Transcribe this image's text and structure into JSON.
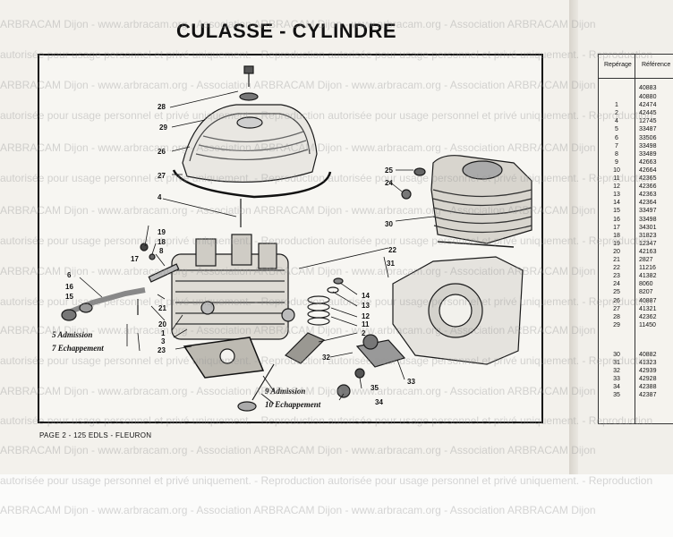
{
  "title": "CULASSE - CYLINDRE",
  "footer": "PAGE 2 - 125 EDLS - FLEURON",
  "captions": {
    "admission_left": "5 Admission",
    "echappement_left": "7 Echappement",
    "admission_bottom": "9 Admission",
    "echappement_bottom": "10 Echappement"
  },
  "callouts": [
    "28",
    "29",
    "26",
    "27",
    "4",
    "19",
    "18",
    "8",
    "17",
    "6",
    "16",
    "15",
    "21",
    "20",
    "1",
    "3",
    "23",
    "22",
    "31",
    "30",
    "25",
    "24",
    "14",
    "13",
    "12",
    "11",
    "2",
    "32",
    "35",
    "33",
    "34"
  ],
  "parts_table": {
    "headers": [
      "Repérage",
      "Référence"
    ],
    "rows": [
      {
        "ref": "",
        "num": "40883"
      },
      {
        "ref": "",
        "num": "40880"
      },
      {
        "ref": "1",
        "num": "42474"
      },
      {
        "ref": "2",
        "num": "42445"
      },
      {
        "ref": "4",
        "num": "12745"
      },
      {
        "ref": "5",
        "num": "33487"
      },
      {
        "ref": "6",
        "num": "33506"
      },
      {
        "ref": "7",
        "num": "33498"
      },
      {
        "ref": "8",
        "num": "33489"
      },
      {
        "ref": "9",
        "num": "42663"
      },
      {
        "ref": "10",
        "num": "42664"
      },
      {
        "ref": "11",
        "num": "42365"
      },
      {
        "ref": "12",
        "num": "42366"
      },
      {
        "ref": "13",
        "num": "42363"
      },
      {
        "ref": "14",
        "num": "42364"
      },
      {
        "ref": "15",
        "num": "33497"
      },
      {
        "ref": "16",
        "num": "33498"
      },
      {
        "ref": "17",
        "num": "34301"
      },
      {
        "ref": "18",
        "num": "31823"
      },
      {
        "ref": "19",
        "num": "12347"
      },
      {
        "ref": "20",
        "num": "42163"
      },
      {
        "ref": "21",
        "num": "2827"
      },
      {
        "ref": "22",
        "num": "11216"
      },
      {
        "ref": "23",
        "num": "41382"
      },
      {
        "ref": "24",
        "num": "8060"
      },
      {
        "ref": "25",
        "num": "8207"
      },
      {
        "ref": "26",
        "num": "40887"
      },
      {
        "ref": "27",
        "num": "41321"
      },
      {
        "ref": "28",
        "num": "42362"
      },
      {
        "ref": "29",
        "num": "11450"
      },
      {
        "ref": "30",
        "num": "40882"
      },
      {
        "ref": "31",
        "num": "41323"
      },
      {
        "ref": "32",
        "num": "42939"
      },
      {
        "ref": "33",
        "num": "42928"
      },
      {
        "ref": "34",
        "num": "42388"
      },
      {
        "ref": "35",
        "num": "42387"
      }
    ]
  },
  "watermark": {
    "line_a": "ARBRACAM Dijon  -  www.arbracam.org  -  Association ARBRACAM Dijon  -  www.arbracam.org  -  Association ARBRACAM Dijon",
    "line_b": "autorisée pour usage personnel et privé uniquement.  -  Reproduction autorisée pour usage personnel et privé uniquement.  -  Reproduction"
  }
}
